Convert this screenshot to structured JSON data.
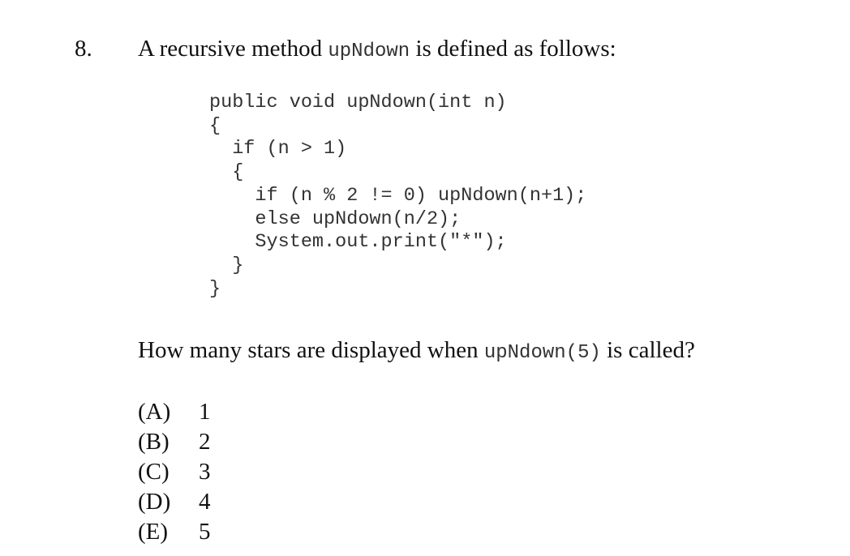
{
  "question": {
    "number": "8.",
    "stem_before": "A recursive method ",
    "stem_code": "upNdown",
    "stem_after": " is defined as follows:",
    "code_lines": [
      "public void upNdown(int n)",
      "{",
      "  if (n > 1)",
      "  {",
      "    if (n % 2 != 0) upNdown(n+1);",
      "    else upNdown(n/2);",
      "    System.out.print(\"*\");",
      "  }",
      "}"
    ],
    "prompt_before": "How many stars are displayed when ",
    "prompt_code": "upNdown(5)",
    "prompt_after": " is called?",
    "choices": [
      {
        "letter": "(A)",
        "value": "1"
      },
      {
        "letter": "(B)",
        "value": "2"
      },
      {
        "letter": "(C)",
        "value": "3"
      },
      {
        "letter": "(D)",
        "value": "4"
      },
      {
        "letter": "(E)",
        "value": "5"
      }
    ]
  }
}
